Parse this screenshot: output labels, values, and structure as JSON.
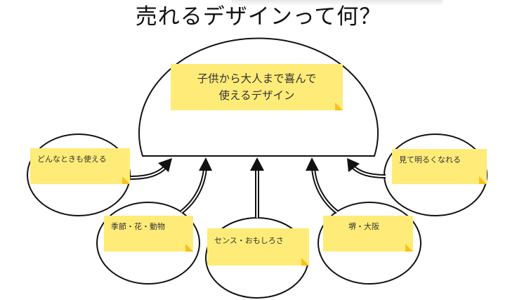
{
  "title": "売れるデザインって何？",
  "center": {
    "text_line1": "子供から大人まで喜んで",
    "text_line2": "使えるデザイン"
  },
  "factors": [
    {
      "label": "どんなときも使える"
    },
    {
      "label": "季節・花・動物"
    },
    {
      "label": "センス・おもしろさ"
    },
    {
      "label": "堺・大阪"
    },
    {
      "label": "見て明るくなれる"
    }
  ],
  "colors": {
    "note": "#ffec78",
    "fold": "#f6c21a"
  }
}
